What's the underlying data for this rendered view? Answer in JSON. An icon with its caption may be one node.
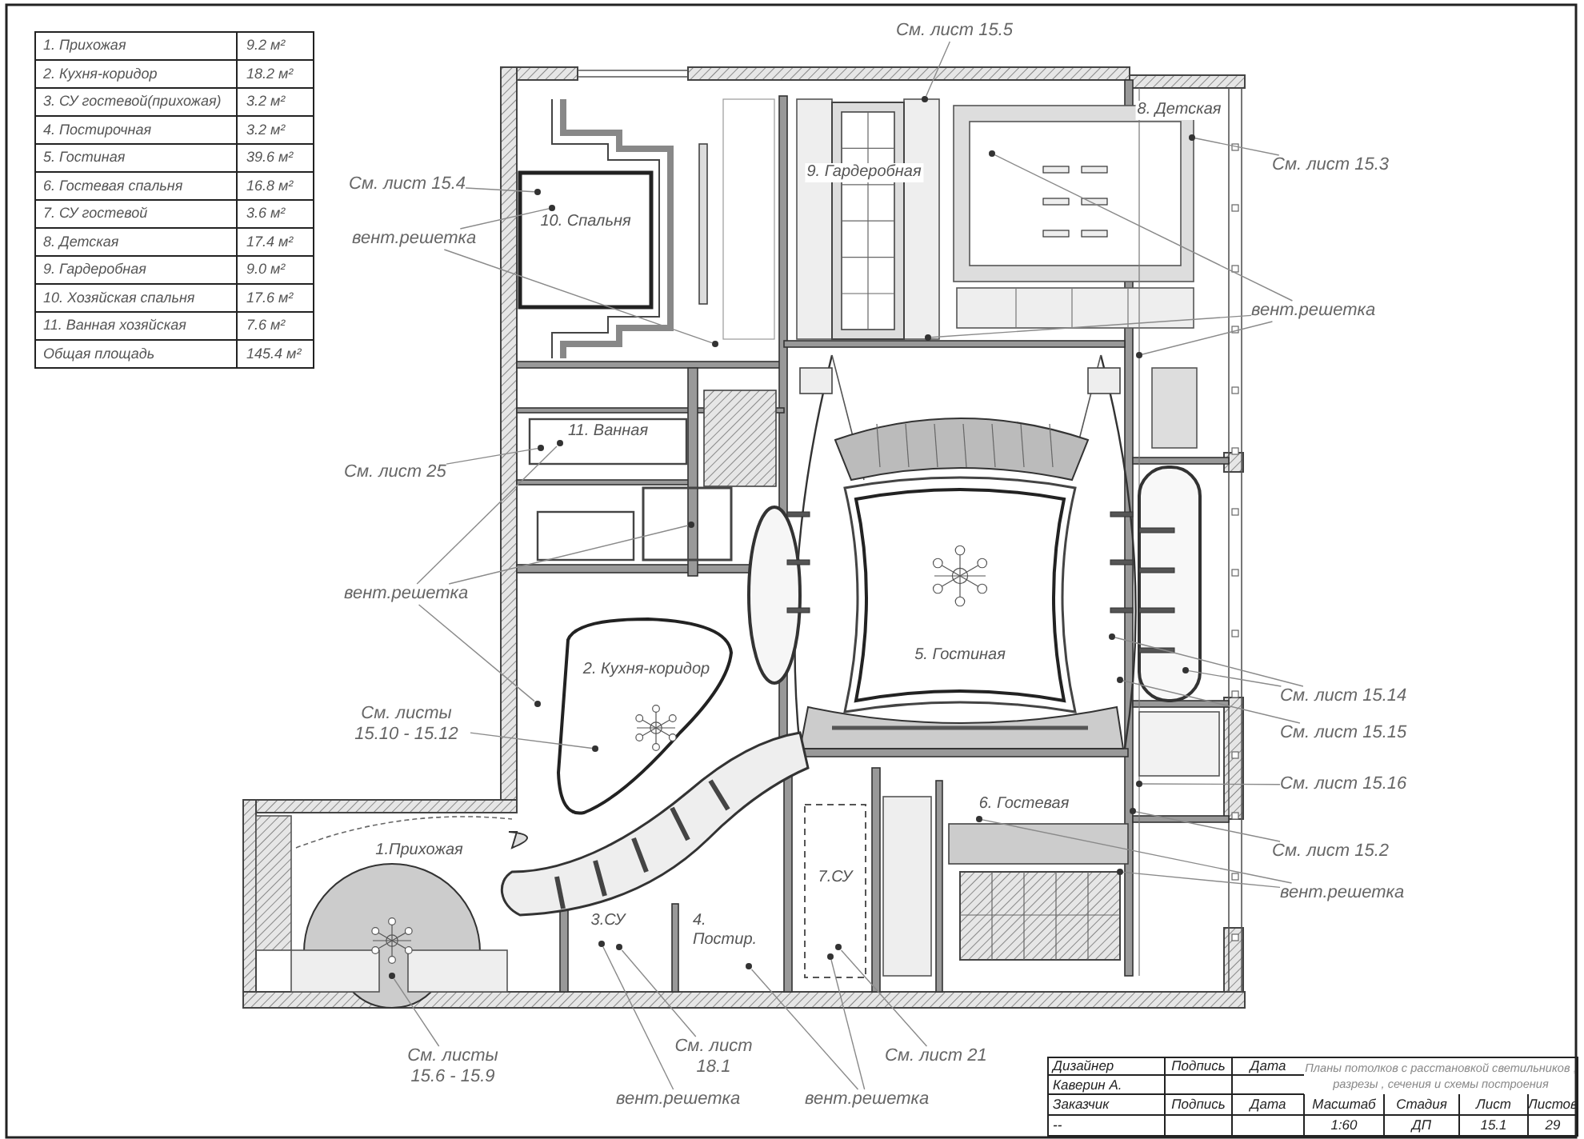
{
  "diagram": {
    "nodes": [
      {
        "text": [
          "См. лист 15.5"
        ]
      },
      {
        "text": [
          "См. лист 15.3"
        ]
      },
      {
        "text": [
          "вент.решетка"
        ]
      },
      {
        "text": [
          "См. лист 15.4"
        ]
      },
      {
        "text": [
          "вент.решетка"
        ]
      },
      {
        "text": [
          "См. лист 25"
        ]
      },
      {
        "text": [
          "вент.решетка"
        ]
      },
      {
        "text": [
          "См. листы 15.10 - 15.12"
        ]
      },
      {
        "text": [
          "См. лист 15.14"
        ]
      },
      {
        "text": [
          "См. лист 15.15"
        ]
      },
      {
        "text": [
          "См. лист 15.16"
        ]
      },
      {
        "text": [
          "См. лист 15.2"
        ]
      },
      {
        "text": [
          "вент.решетка"
        ]
      },
      {
        "text": [
          "См. листы 15.6 - 15.9"
        ]
      },
      {
        "text": [
          "См. лист 18.1"
        ]
      },
      {
        "text": [
          "вент.решетка"
        ]
      },
      {
        "text": [
          "вент.решетка"
        ]
      },
      {
        "text": [
          "См. лист 21"
        ]
      },
      {
        "text": [],
        "shape": "circle"
      },
      {
        "text": [],
        "shape": "circle"
      },
      {
        "text": [],
        "shape": "circle"
      },
      {
        "text": [],
        "shape": "circle"
      },
      {
        "text": [],
        "shape": "circle"
      },
      {
        "text": [],
        "shape": "circle"
      },
      {
        "text": [],
        "shape": "circle"
      },
      {
        "text": [],
        "shape": "circle"
      },
      {
        "text": [],
        "shape": "circle"
      },
      {
        "text": [],
        "shape": "circle"
      },
      {
        "text": [],
        "shape": "circle"
      },
      {
        "text": [],
        "shape": "circle"
      },
      {
        "text": [],
        "shape": "circle"
      },
      {
        "text": [],
        "shape": "circle"
      },
      {
        "text": [],
        "shape": "circle"
      },
      {
        "text": [],
        "shape": "circle"
      },
      {
        "text": [],
        "shape": "circle"
      },
      {
        "text": [],
        "shape": "circle"
      },
      {
        "text": [],
        "shape": "circle"
      },
      {
        "text": [],
        "shape": "circle"
      },
      {
        "text": [],
        "shape": "circle"
      },
      {
        "text": [],
        "shape": "circle"
      },
      {
        "text": [],
        "shape": "circle"
      },
      {
        "text": [],
        "shape": "circle"
      },
      {
        "text": [],
        "shape": "circle"
      },
      {
        "text": [],
        "shape": "circle"
      }
    ],
    "edges": [
      {
        "from": 0,
        "to": 18,
        "arrow": "none"
      },
      {
        "from": 1,
        "to": 19,
        "arrow": "none"
      },
      {
        "from": 2,
        "to": 20,
        "arrow": "none"
      },
      {
        "from": 2,
        "to": 23,
        "arrow": "none"
      },
      {
        "from": 2,
        "to": 25,
        "arrow": "none"
      },
      {
        "from": 3,
        "to": 21,
        "arrow": "none"
      },
      {
        "from": 4,
        "to": 22,
        "arrow": "none"
      },
      {
        "from": 4,
        "to": 24,
        "arrow": "none"
      },
      {
        "from": 5,
        "to": 27,
        "arrow": "none"
      },
      {
        "from": 6,
        "to": 26,
        "arrow": "none"
      },
      {
        "from": 6,
        "to": 28,
        "arrow": "none"
      },
      {
        "from": 6,
        "to": 32,
        "arrow": "none"
      },
      {
        "from": 7,
        "to": 33,
        "arrow": "none"
      },
      {
        "from": 8,
        "to": 30,
        "arrow": "none"
      },
      {
        "from": 8,
        "to": 29,
        "arrow": "none"
      },
      {
        "from": 9,
        "to": 31,
        "arrow": "none"
      },
      {
        "from": 10,
        "to": 34,
        "arrow": "none"
      },
      {
        "from": 11,
        "to": 35,
        "arrow": "none"
      },
      {
        "from": 12,
        "to": 36,
        "arrow": "none"
      },
      {
        "from": 12,
        "to": 37,
        "arrow": "none"
      },
      {
        "from": 13,
        "to": 43,
        "arrow": "none"
      },
      {
        "from": 14,
        "to": 39,
        "arrow": "none"
      },
      {
        "from": 15,
        "to": 38,
        "arrow": "none"
      },
      {
        "from": 16,
        "to": 40,
        "arrow": "none"
      },
      {
        "from": 16,
        "to": 42,
        "arrow": "none"
      },
      {
        "from": 17,
        "to": 41,
        "arrow": "none"
      }
    ],
    "labels": [
      "1. Прихожая",
      "9.2 м²",
      "2. Кухня-коридор",
      "18.2 м²",
      "3. СУ гостевой(прихожая)",
      "3.2 м²",
      "4. Постирочная",
      "3.2 м²",
      "5. Гостиная",
      "39.6 м²",
      "6. Гостевая спальня",
      "16.8 м²",
      "7. СУ гостевой",
      "3.6 м²",
      "8. Детская",
      "17.4 м²",
      "9. Гардеробная",
      "9.0 м²",
      "10. Хозяйская спальня",
      "17.6 м²",
      "11. Ванная хозяйская",
      "7.6 м²",
      "Общая площадь",
      "145.4 м²",
      "8. Детская",
      "9. Гардеробная",
      "10. Спальня",
      "11. Ванная",
      "5. Гостиная",
      "2. Кухня-коридор",
      "6. Гостевая",
      "1.Прихожая",
      "7.СУ",
      "3.СУ",
      "4. Постир.",
      "Дизайнер",
      "Подпись",
      "Дата",
      "Планы потолков с расстановкой светильников , разрезы , сечения и схемы построения",
      "Каверин А.",
      "Заказчик",
      "Подпись",
      "Дата",
      "Масштаб",
      "Стадия",
      "Лист",
      "Листов",
      "--",
      "1:60",
      "ДП",
      "15.1",
      "29"
    ]
  }
}
